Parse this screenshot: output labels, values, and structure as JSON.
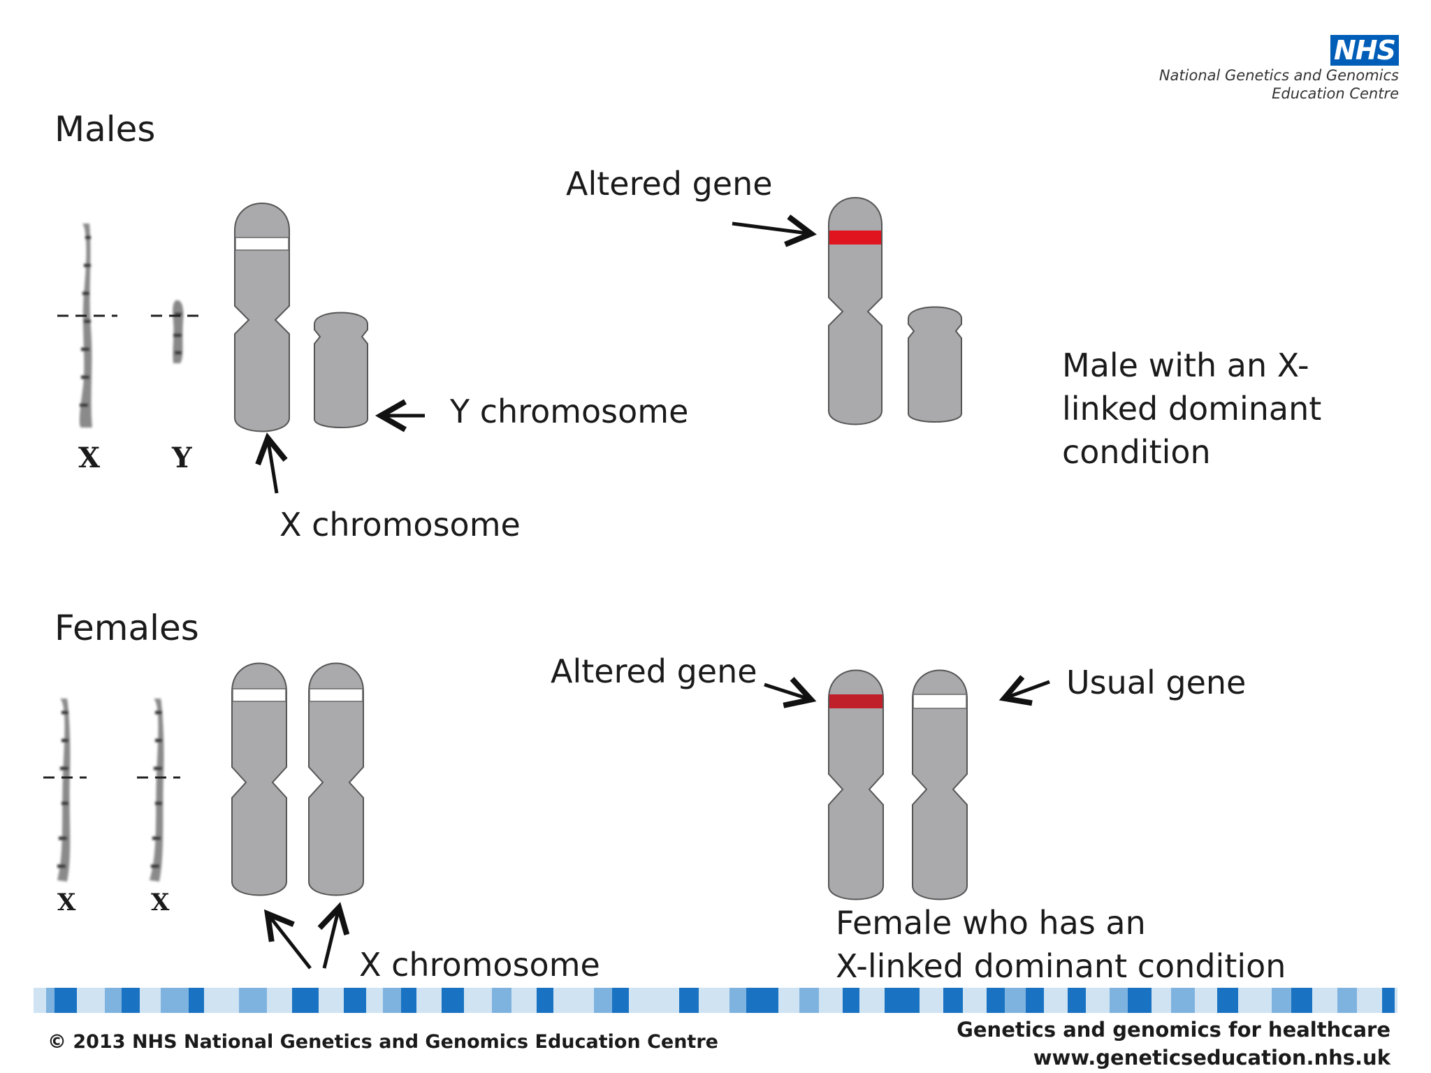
{
  "logo": {
    "badge": "NHS",
    "line1": "National Genetics and Genomics",
    "line2": "Education Centre"
  },
  "males": {
    "heading": "Males",
    "karyotype_labels": [
      "X",
      "Y"
    ],
    "y_label": "Y chromosome",
    "x_label": "X chromosome",
    "altered_label": "Altered gene",
    "caption_lines": [
      "Male with an X-",
      "linked dominant",
      "condition"
    ]
  },
  "females": {
    "heading": "Females",
    "karyotype_labels": [
      "X",
      "X"
    ],
    "x_label": "X chromosome",
    "altered_label": "Altered gene",
    "usual_label": "Usual gene",
    "caption_lines": [
      "Female who has an",
      "X-linked dominant condition"
    ]
  },
  "footer": {
    "copyright": "© 2013 NHS National Genetics and Genomics Education Centre",
    "tagline": "Genetics and genomics for healthcare",
    "url": "www.geneticseducation.nhs.uk"
  },
  "colors": {
    "chromosome_fill": "#aaaaac",
    "altered_band": "#e0141e",
    "altered_band_female": "#c0202a",
    "usual_band": "#ffffff",
    "nhs_blue": "#005eb8",
    "stripe_light": "#cfe3f3",
    "stripe_mid": "#7fb3df",
    "stripe_dark": "#1a73c2"
  },
  "icons": [
    "nhs-logo-icon",
    "arrow-icon"
  ]
}
